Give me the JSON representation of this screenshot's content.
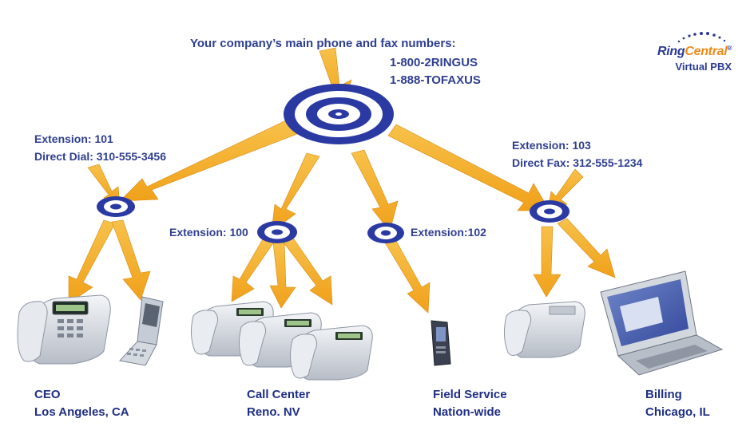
{
  "main": {
    "header": "Your company’s main phone and fax numbers:",
    "phone": "1-800-2RINGUS",
    "fax": "1-888-TOFAXUS"
  },
  "brand": {
    "ring": "RingCentral",
    "reg": "®",
    "product": "Virtual PBX"
  },
  "ext101": {
    "extension": "Extension:  101",
    "direct": "Direct Dial: 310-555-3456"
  },
  "ext100": {
    "extension": "Extension: 100"
  },
  "ext102": {
    "extension": "Extension:102"
  },
  "ext103": {
    "extension": "Extension: 103",
    "direct": "Direct Fax: 312-555-1234"
  },
  "sites": [
    {
      "role": "CEO",
      "location": "Los Angeles, CA"
    },
    {
      "role": "Call Center",
      "location": "Reno. NV"
    },
    {
      "role": "Field Service",
      "location": "Nation-wide"
    },
    {
      "role": "Billing",
      "location": "Chicago, IL"
    }
  ],
  "colors": {
    "target": "#2b3aa3",
    "arrow": "#f2a51c",
    "text": "#2e3f8f",
    "device": "#c9ced6"
  }
}
